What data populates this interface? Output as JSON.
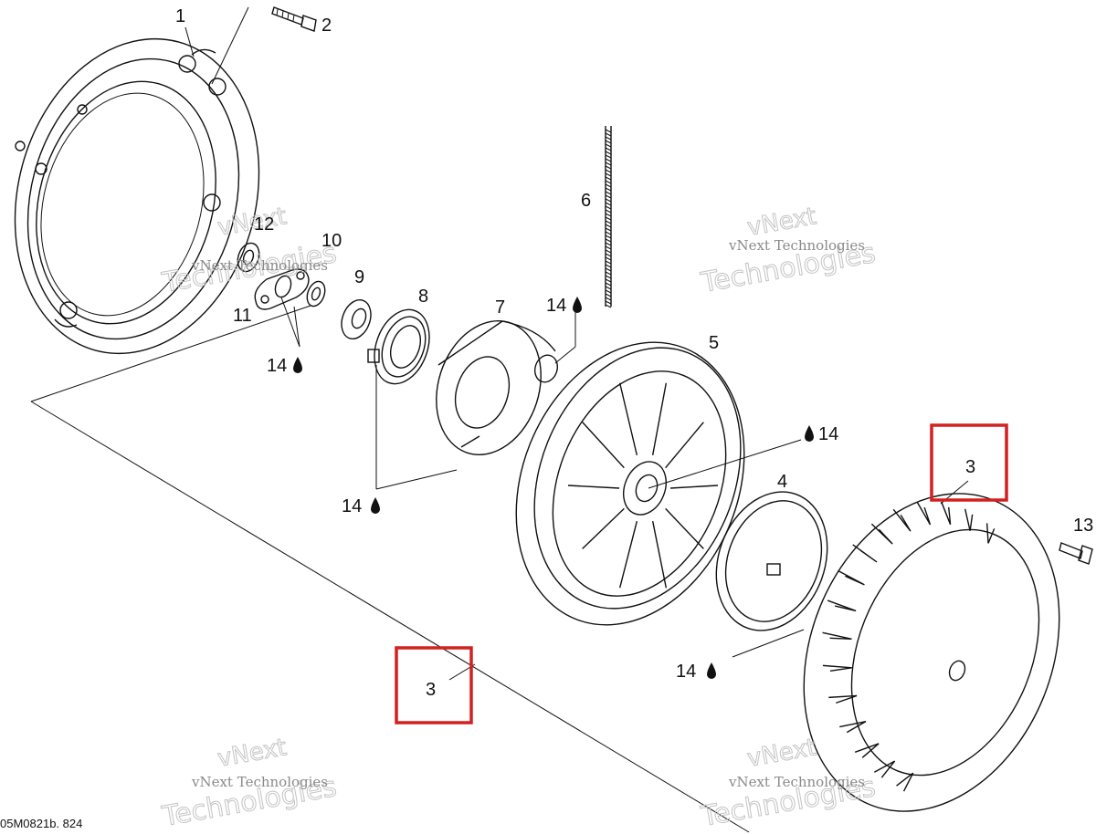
{
  "part_labels": [
    "1",
    "2",
    "3",
    "4",
    "5",
    "6",
    "7",
    "8",
    "9",
    "10",
    "11",
    "12",
    "13",
    "14",
    "3",
    "14",
    "14",
    "14",
    "14",
    "14"
  ],
  "highlighted_label": "3",
  "watermark": {
    "line1": "vNext",
    "line2": "Technologies",
    "full": "vNext Technologies"
  },
  "figure_code": "05M0821b. 824",
  "colors": {
    "highlight": "#d32020",
    "ink": "#111111",
    "watermark": "#8a8a8a"
  },
  "icons": {
    "lubricant": "oil-drop-icon"
  }
}
